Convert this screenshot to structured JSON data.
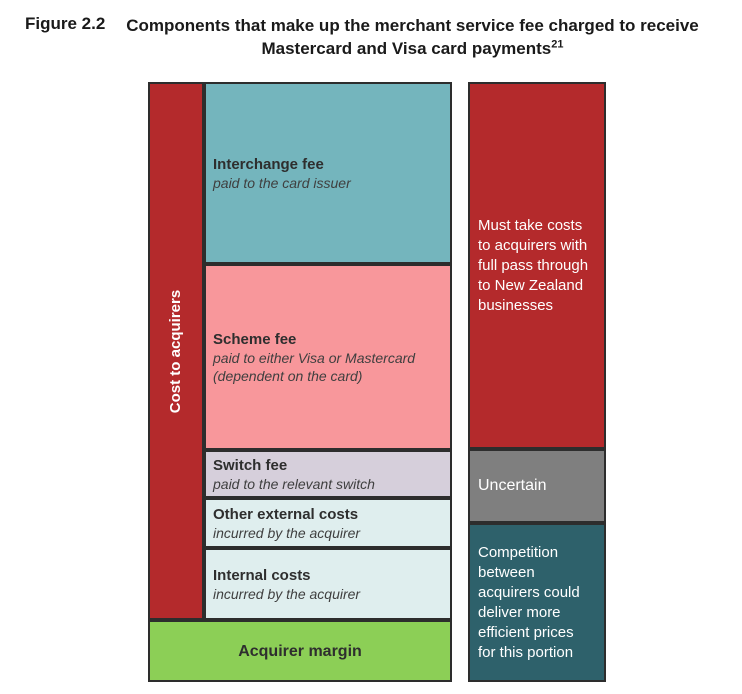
{
  "figure": {
    "label": "Figure 2.2",
    "title_line1": "Components that make up the merchant service fee charged to receive",
    "title_line2": "Mastercard and Visa card payments",
    "footnote_ref": "21"
  },
  "chart": {
    "left_bar": {
      "label": "Cost to acquirers"
    },
    "stack": {
      "interchange": {
        "heading": "Interchange fee",
        "subtext": "paid to the card issuer"
      },
      "scheme": {
        "heading": "Scheme fee",
        "subtext": "paid to either Visa or Mastercard (dependent on the card)"
      },
      "switch": {
        "heading": "Switch fee",
        "subtext": "paid to the relevant switch"
      },
      "other_external": {
        "heading": "Other external costs",
        "subtext": "incurred by the acquirer"
      },
      "internal": {
        "heading": "Internal costs",
        "subtext": "incurred by the acquirer"
      },
      "acquirer_margin": {
        "heading": "Acquirer margin"
      }
    },
    "right_column": {
      "pass_through": {
        "text": "Must take costs to acquirers with full pass through to New Zealand businesses"
      },
      "uncertain": {
        "text": "Uncertain"
      },
      "competition": {
        "text": "Competition between acquirers could deliver more efficient prices for this portion"
      }
    },
    "colors": {
      "cost_red": "#b42a2c",
      "interchange_teal": "#74b5bd",
      "scheme_pink": "#f8979b",
      "switch_lavender": "#d6cfdb",
      "costs_pale_blue": "#dfeeee",
      "margin_green": "#8ccf56",
      "uncertain_gray": "#7f7f7f",
      "competition_dark_teal": "#2e616b",
      "border": "#2d2d2d"
    }
  }
}
